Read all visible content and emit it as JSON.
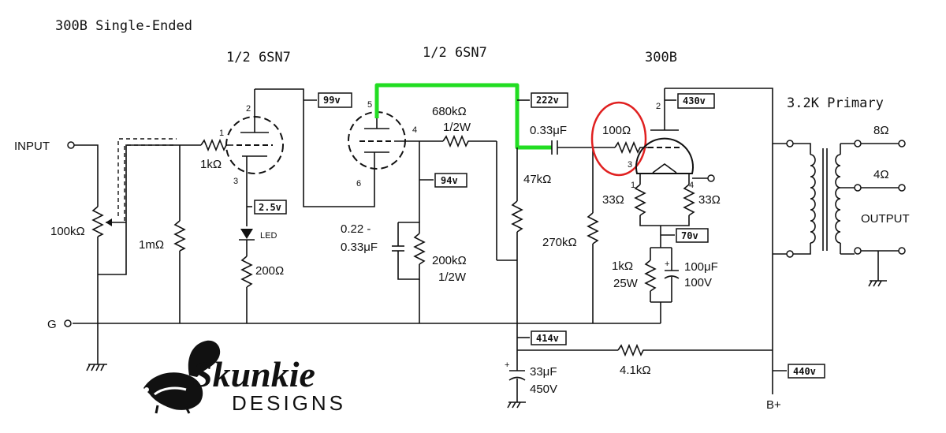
{
  "title": "300B Single-Ended",
  "tubes": {
    "v1a": "1/2 6SN7",
    "v1b": "1/2 6SN7",
    "v2": "300B"
  },
  "transformer": {
    "label": "3.2K Primary",
    "tap_8": "8Ω",
    "tap_4": "4Ω",
    "output_label": "OUTPUT"
  },
  "terminals": {
    "input": "INPUT",
    "ground": "G",
    "bplus": "B+"
  },
  "components": {
    "pot": "100kΩ",
    "r_grid_leak": "1mΩ",
    "r_grid_stop": "1kΩ",
    "led": "LED",
    "r_cathode1": "200Ω",
    "c_cathode2_a": "0.22 -",
    "c_cathode2_b": "0.33μF",
    "r_cathode2_a": "200kΩ",
    "r_cathode2_b": "1/2W",
    "r_plate_a": "680kΩ",
    "r_plate_b": "1/2W",
    "r_47k": "47kΩ",
    "c_coupling": "0.33μF",
    "r_grid_stop2": "100Ω",
    "r_270k": "270kΩ",
    "r_fil1": "33Ω",
    "r_fil2": "33Ω",
    "r_cathode3_a": "1kΩ",
    "r_cathode3_b": "25W",
    "c_cathode3_a": "100μF",
    "c_cathode3_b": "100V",
    "c_filter_a": "33μF",
    "c_filter_b": "450V",
    "r_4k1": "4.1kΩ"
  },
  "voltages": {
    "v_99": "99v",
    "v_25": "2.5v",
    "v_222": "222v",
    "v_94": "94v",
    "v_430": "430v",
    "v_70": "70v",
    "v_414": "414v",
    "v_440": "440v"
  },
  "pins": {
    "p1": "1",
    "p2": "2",
    "p3": "3",
    "p4": "4",
    "p5": "5",
    "p6": "6",
    "q1": "1",
    "q2": "2",
    "q3": "3",
    "q4": "4"
  },
  "brand": {
    "name": "Skunkie",
    "sub": "DESIGNS"
  },
  "colors": {
    "ink": "#111111",
    "highlight_trace": "#22dd22",
    "highlight_circle": "#e02020"
  }
}
